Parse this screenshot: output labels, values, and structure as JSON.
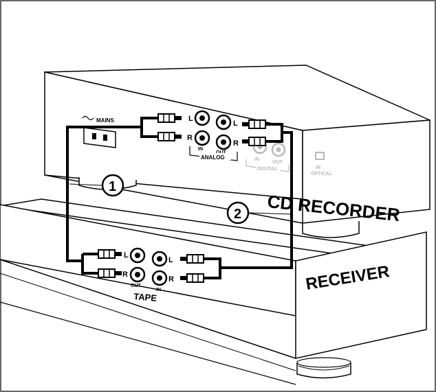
{
  "cd_recorder": {
    "name": "CD RECORDER",
    "mains_label": "MAINS",
    "analog_label": "ANALOG",
    "digital_label": "DIGITAL",
    "optical_label_1": "IN",
    "optical_label_2": "OPTICAL",
    "in_label": "IN",
    "out_label": "OUT",
    "digital_in_label": "IN",
    "digital_out_label": "OUT",
    "left_label": "L",
    "right_label": "R"
  },
  "receiver": {
    "name": "RECEIVER",
    "tape_label": "TAPE",
    "out_label": "OUT",
    "in_label": "IN",
    "left_label": "L",
    "right_label": "R"
  },
  "callouts": [
    {
      "number": "1"
    },
    {
      "number": "2"
    }
  ],
  "colors": {
    "line": "#000000",
    "device_fill": "#ffffff",
    "shadow": "#888888",
    "digital_grey": "#b8b8b8"
  }
}
